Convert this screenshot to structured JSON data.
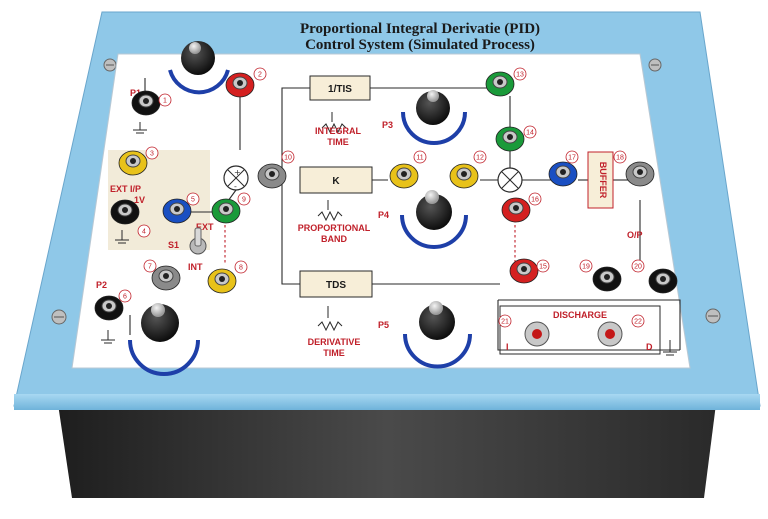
{
  "title": {
    "line1": "Proportional Integral Derivatie (PID)",
    "line2": "Control System (Simulated Process)"
  },
  "blocks": {
    "integral": "1/TIS",
    "proportional": "K",
    "derivative": "TDS",
    "buffer": "BUFFER"
  },
  "labels": {
    "p1": "P1",
    "p2": "P2",
    "p3": "P3",
    "p4": "P4",
    "p5": "P5",
    "integral_time_1": "INTEGRAL",
    "integral_time_2": "TIME",
    "proportional_band_1": "PROPORTIONAL",
    "proportional_band_2": "BAND",
    "derivative_time_1": "DERIVATIVE",
    "derivative_time_2": "TIME",
    "ext_ip": "EXT I/P",
    "ext_ip_range": "1V",
    "ext": "EXT",
    "int": "INT",
    "s1": "S1",
    "op": "O/P",
    "discharge": "DISCHARGE",
    "disch_i": "I",
    "disch_d": "D"
  },
  "terminal_numbers": [
    "1",
    "2",
    "3",
    "4",
    "5",
    "6",
    "7",
    "8",
    "9",
    "10",
    "11",
    "12",
    "13",
    "14",
    "15",
    "16",
    "17",
    "18",
    "19",
    "20",
    "21",
    "22"
  ],
  "summer_signs": {
    "plus": "+",
    "minus": "-"
  },
  "colors": {
    "panel_blue": "#8fc8e8",
    "enclosure": "#3a3a3a",
    "socket_red": "#d42020",
    "socket_green": "#1a9a3a",
    "socket_yellow": "#e8c21a",
    "socket_blue": "#1a4fc2",
    "socket_black": "#111111",
    "socket_grey": "#8a8a8a",
    "label_red": "#c0202a"
  }
}
